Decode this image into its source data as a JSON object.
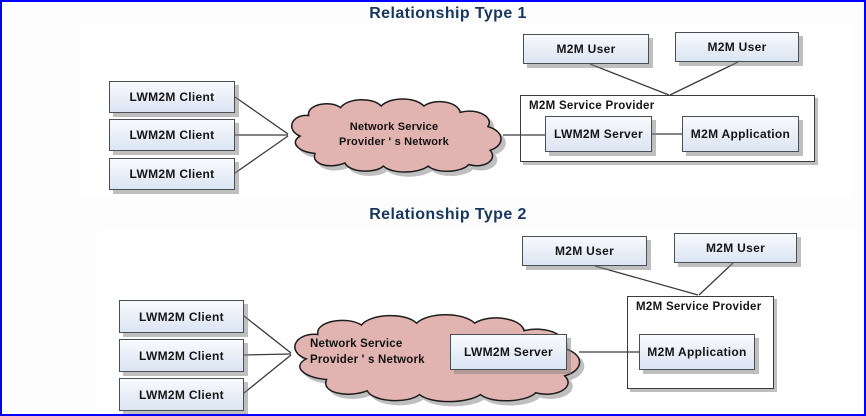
{
  "figure": {
    "diagrams": [
      {
        "title": "Relationship Type 1",
        "clients": [
          "LWM2M Client",
          "LWM2M Client",
          "LWM2M Client"
        ],
        "cloud": {
          "line1": "Network Service",
          "line2": "Provider ' s Network"
        },
        "users": [
          "M2M User",
          "M2M User"
        ],
        "provider_label": "M2M Service Provider",
        "server_label": "LWM2M Server",
        "application_label": "M2M Application"
      },
      {
        "title": "Relationship Type 2",
        "clients": [
          "LWM2M Client",
          "LWM2M Client",
          "LWM2M Client"
        ],
        "cloud": {
          "line1": "Network Service",
          "line2": "Provider ' s Network"
        },
        "users": [
          "M2M User",
          "M2M User"
        ],
        "provider_label": "M2M Service Provider",
        "server_label": "LWM2M Server",
        "application_label": "M2M Application"
      }
    ]
  },
  "colors": {
    "frame_border": "#0101fe",
    "title_text": "#17375e",
    "node_text": "#151515",
    "node_fill_top": "#f8fafd",
    "node_fill_bottom": "#dbe5f3",
    "node_border": "#4a4f55",
    "cloud_fill": "#e2b4b1",
    "cloud_border": "#1c1c1c",
    "container_border": "#3c3c3c",
    "line": "#3b3b3b"
  }
}
